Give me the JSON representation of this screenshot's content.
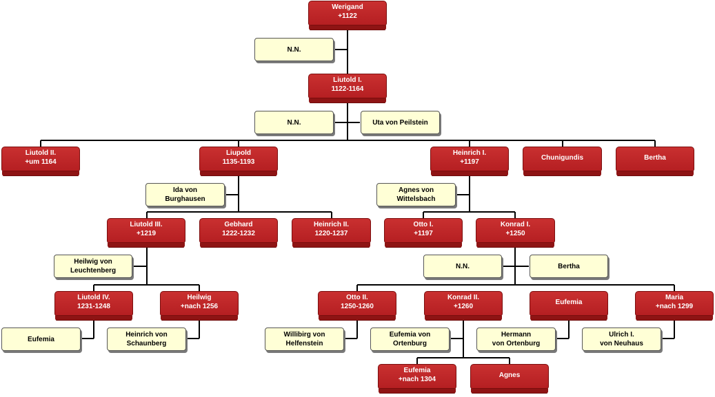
{
  "nodes": {
    "werigand": {
      "label": "Werigand\n+1122"
    },
    "nn1": {
      "label": "N.N."
    },
    "liutold1": {
      "label": "Liutold I.\n1122-1164"
    },
    "nn2": {
      "label": "N.N."
    },
    "uta": {
      "label": "Uta von Peilstein"
    },
    "liutold2": {
      "label": "Liutold II.\n+um 1164"
    },
    "liupold": {
      "label": "Liupold\n1135-1193"
    },
    "heinrich1": {
      "label": "Heinrich I.\n+1197"
    },
    "chunigundis": {
      "label": "Chunigundis"
    },
    "bertha1": {
      "label": "Bertha"
    },
    "ida": {
      "label": "Ida von\nBurghausen"
    },
    "agnes_w": {
      "label": "Agnes von\nWittelsbach"
    },
    "liutold3": {
      "label": "Liutold III.\n+1219"
    },
    "gebhard": {
      "label": "Gebhard\n1222-1232"
    },
    "heinrich2": {
      "label": "Heinrich II.\n1220-1237"
    },
    "otto1": {
      "label": "Otto I.\n+1197"
    },
    "konrad1": {
      "label": "Konrad I.\n+1250"
    },
    "heilwig_l": {
      "label": "Heilwig von\nLeuchtenberg"
    },
    "nn3": {
      "label": "N.N."
    },
    "bertha2": {
      "label": "Bertha"
    },
    "liutold4": {
      "label": "Liutold IV.\n1231-1248"
    },
    "heilwig": {
      "label": "Heilwig\n+nach 1256"
    },
    "otto2": {
      "label": "Otto II.\n1250-1260"
    },
    "konrad2": {
      "label": "Konrad II.\n+1260"
    },
    "eufemia1": {
      "label": "Eufemia"
    },
    "maria": {
      "label": "Maria\n+nach 1299"
    },
    "eufemia_y": {
      "label": "Eufemia"
    },
    "heinrich_s": {
      "label": "Heinrich von\nSchaunberg"
    },
    "willibirg": {
      "label": "Willibirg von\nHelfenstein"
    },
    "eufemia_o": {
      "label": "Eufemia von\nOrtenburg"
    },
    "hermann": {
      "label": "Hermann\nvon Ortenburg"
    },
    "ulrich": {
      "label": "Ulrich I.\nvon Neuhaus"
    },
    "eufemia2": {
      "label": "Eufemia\n+nach 1304"
    },
    "agnes": {
      "label": "Agnes"
    }
  }
}
